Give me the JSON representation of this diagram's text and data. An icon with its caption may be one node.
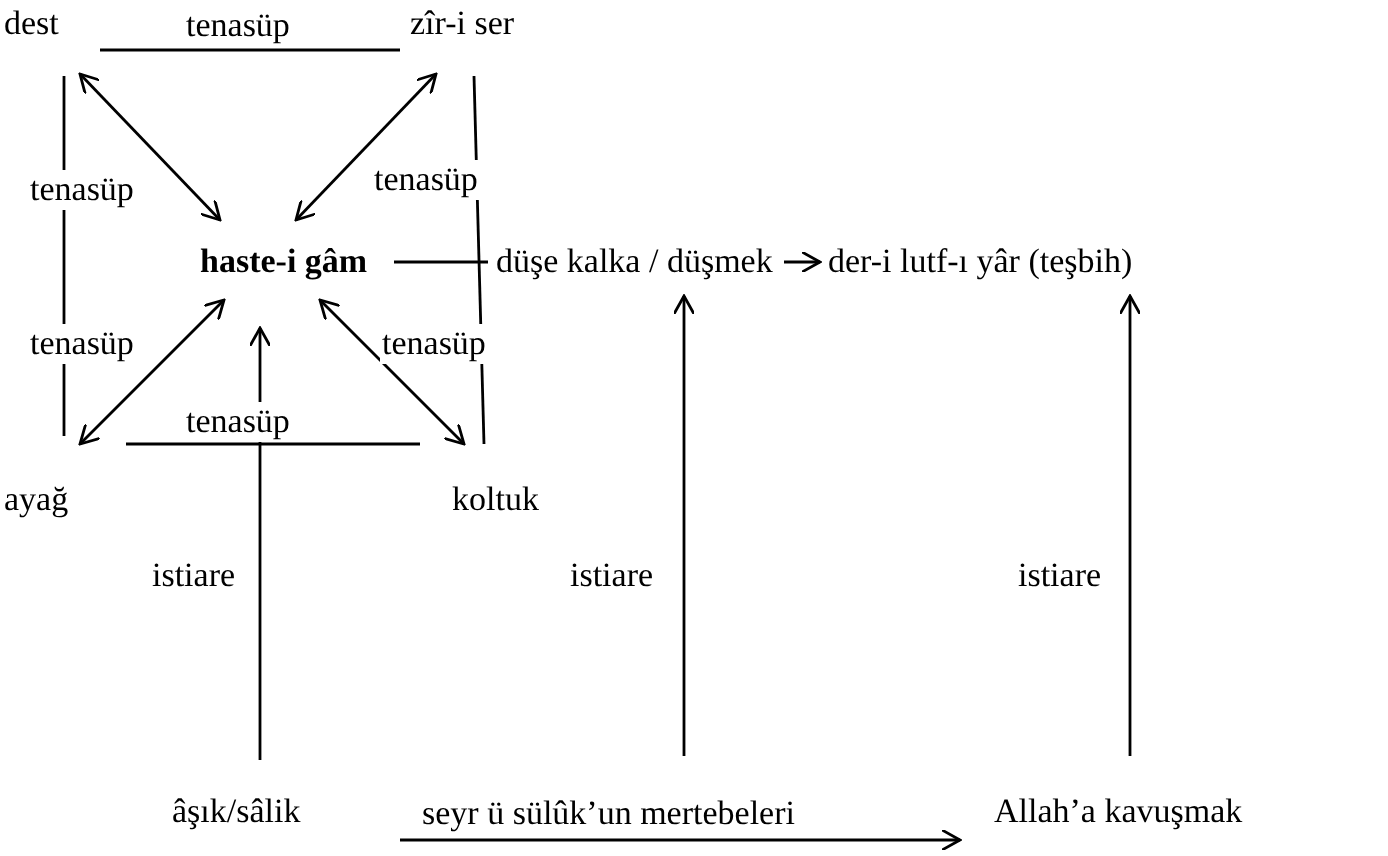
{
  "diagram": {
    "nodes": [
      {
        "text": [
          "dest"
        ]
      },
      {
        "text": [
          "zîr-i ser"
        ]
      },
      {
        "text": [
          "haste-i gâm"
        ]
      },
      {
        "text": [
          "der-i lutf-ı yâr (teşbih)"
        ]
      },
      {
        "text": [
          "ayağ"
        ]
      },
      {
        "text": [
          "koltuk"
        ]
      },
      {
        "text": [
          "âşık/sâlik"
        ]
      },
      {
        "text": [
          "Allah’a kavuşmak"
        ]
      },
      {
        "text": [
          "düşe kalka / düşmek"
        ]
      }
    ],
    "edges": [
      {
        "from": 0,
        "to": 1,
        "arrow": "none",
        "label": "tenasüp"
      },
      {
        "from": 0,
        "to": 2,
        "arrow": "both",
        "label": "tenasüp"
      },
      {
        "from": 1,
        "to": 2,
        "arrow": "both",
        "label": "tenasüp"
      },
      {
        "from": 4,
        "to": 2,
        "arrow": "both",
        "label": "tenasüp"
      },
      {
        "from": 5,
        "to": 2,
        "arrow": "both",
        "label": "tenasüp"
      },
      {
        "from": 0,
        "to": 4,
        "arrow": "none"
      },
      {
        "from": 1,
        "to": 5,
        "arrow": "none"
      },
      {
        "from": 4,
        "to": 5,
        "arrow": "none",
        "label": "tenasüp"
      },
      {
        "from": 2,
        "to": 8,
        "arrow": "none"
      },
      {
        "from": 8,
        "to": 3,
        "arrow": "to"
      },
      {
        "from": 6,
        "to": 2,
        "arrow": "to",
        "label": "istiare"
      },
      {
        "from": null,
        "to": 8,
        "arrow": "to",
        "label": "istiare"
      },
      {
        "from": 7,
        "to": 3,
        "arrow": "to",
        "label": "istiare"
      },
      {
        "from": 6,
        "to": 7,
        "arrow": "to",
        "label": "seyr ü sülûk’un mertebeleri"
      }
    ]
  }
}
